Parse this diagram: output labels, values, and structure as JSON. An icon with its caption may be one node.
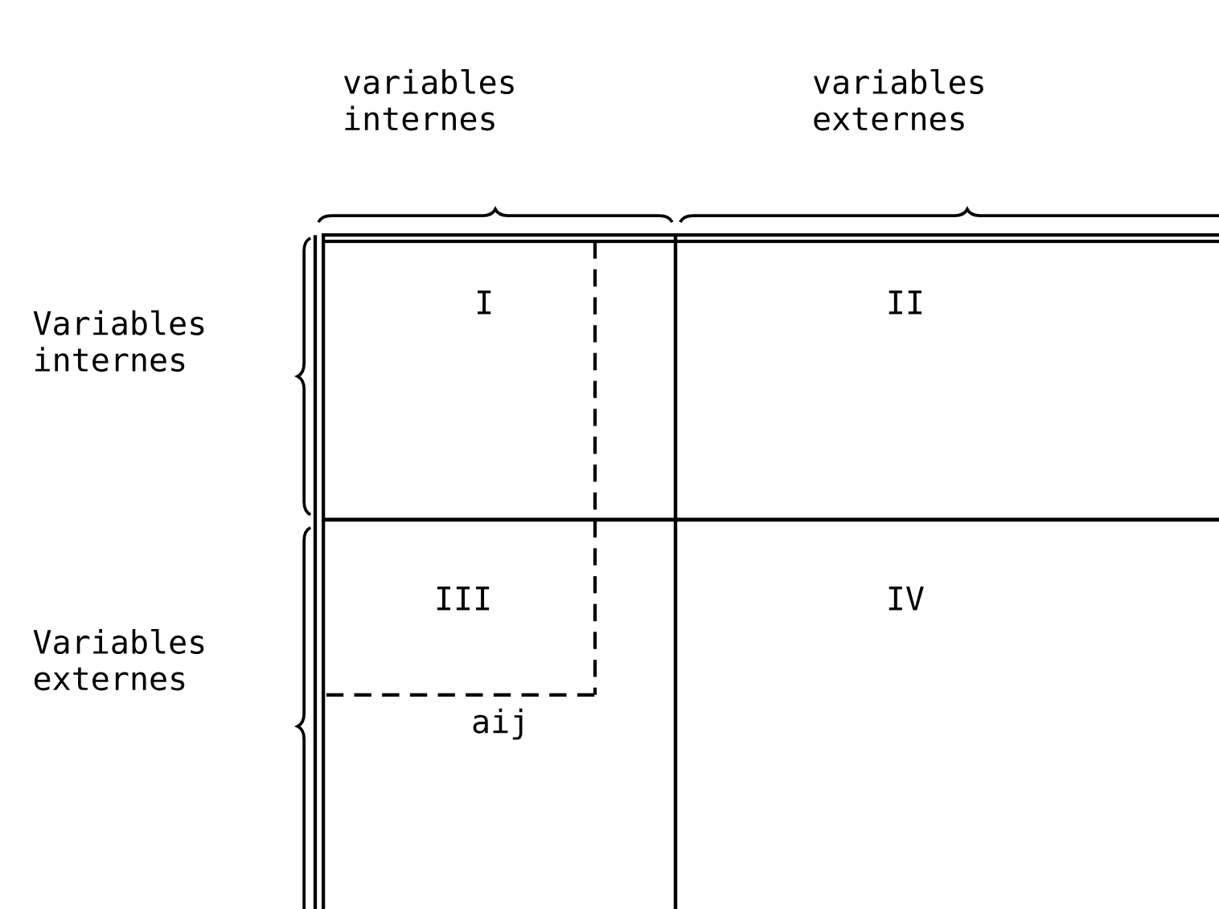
{
  "diagram": {
    "nodes": [
      {
        "text": [
          "I"
        ]
      },
      {
        "text": [
          "II"
        ]
      },
      {
        "text": [
          "III"
        ]
      },
      {
        "text": [
          "IV"
        ]
      }
    ],
    "labels": [
      "variables internes",
      "variables externes",
      "Variables internes",
      "Variables externes",
      "aij"
    ]
  }
}
